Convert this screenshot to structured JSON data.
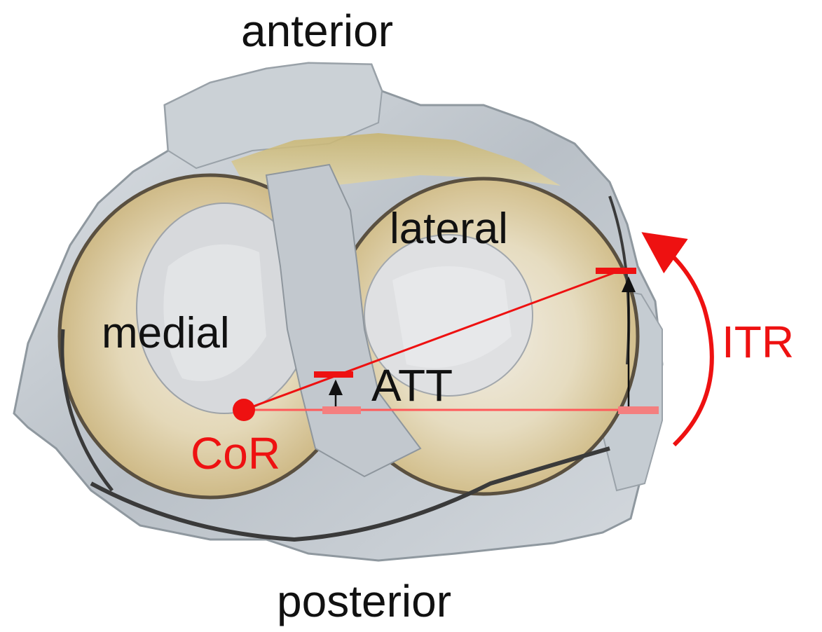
{
  "labels": {
    "anterior": "anterior",
    "posterior": "posterior",
    "medial": "medial",
    "lateral": "lateral",
    "att": "ATT",
    "itr": "ITR",
    "cor": "CoR"
  },
  "colors": {
    "annotation_red": "#ee1111",
    "annotation_black": "#111111",
    "cartilage": "#d9c9a0",
    "meniscus_gray": "#c9ced3",
    "bone_dark": "#3a3a3a"
  }
}
